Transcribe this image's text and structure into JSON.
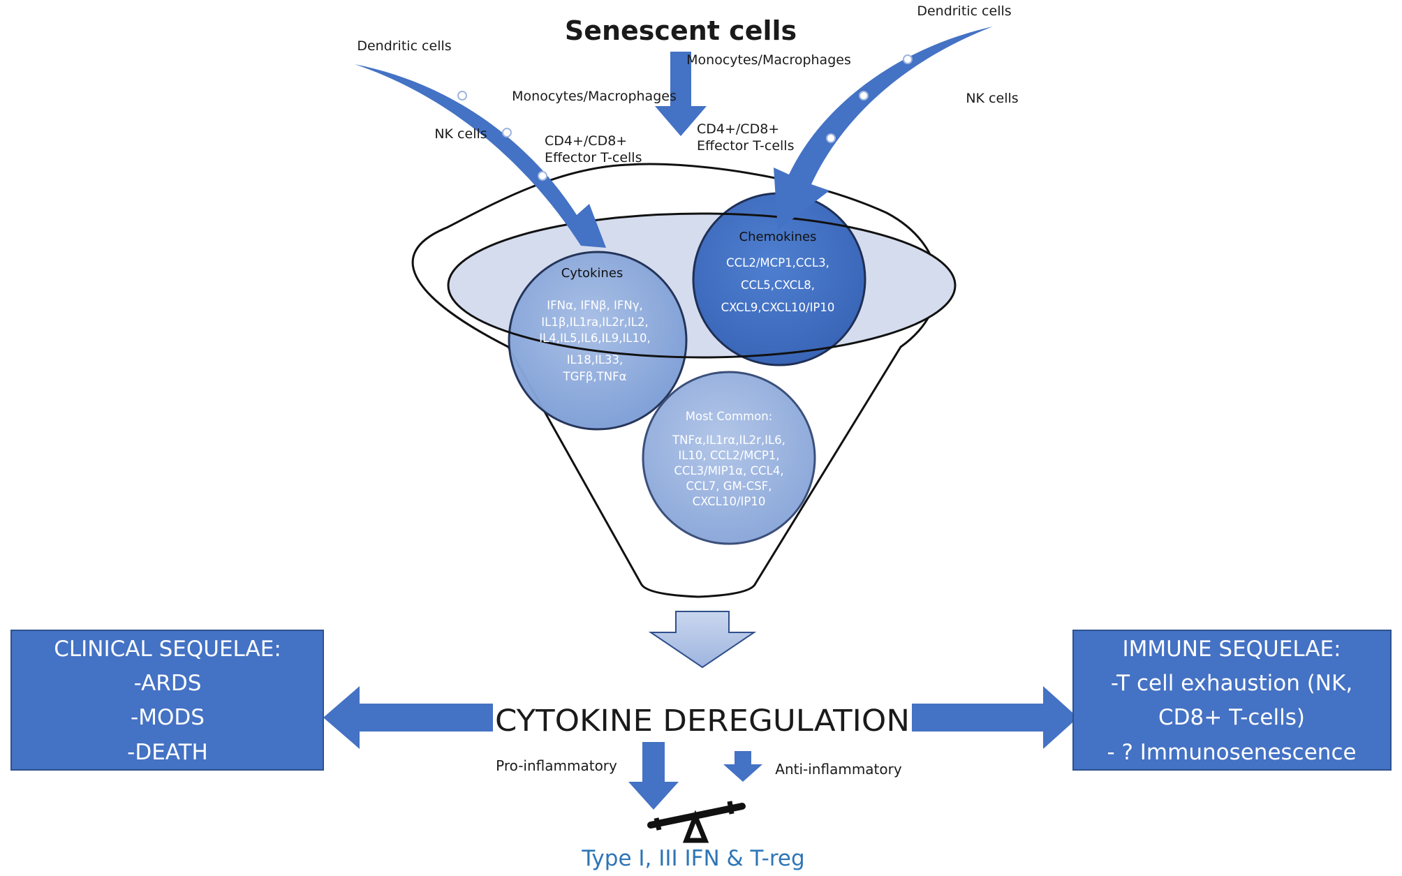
{
  "top": {
    "title": "Senescent cells",
    "dendritic_left": "Dendritic cells",
    "dendritic_right": "Dendritic cells",
    "nk_left": "NK cells",
    "nk_right": "NK cells",
    "mono_left": "Monocytes/Macrophages",
    "mono_right": "Monocytes/Macrophages",
    "tcell_left": [
      "CD4+/CD8+",
      "Effector T-cells"
    ],
    "tcell_right": [
      "CD4+/CD8+",
      "Effector T-cells"
    ]
  },
  "cytokines": {
    "title": "Cytokines",
    "lines": [
      "IFNα, IFNβ, IFNγ,",
      "IL1β,IL1ra,IL2r,IL2,",
      "IL4,IL5,IL6,IL9,IL10,",
      "IL18,IL33,",
      "TGFβ,TNFα"
    ]
  },
  "chemokines": {
    "title": "Chemokines",
    "lines": [
      "CCL2/MCP1,CCL3,",
      "CCL5,CXCL8,",
      "CXCL9,CXCL10/IP10"
    ]
  },
  "most_common": {
    "title": "Most Common:",
    "lines": [
      "TNFα,IL1rα,IL2r,IL6,",
      "IL10, CCL2/MCP1,",
      "CCL3/MIP1α, CCL4,",
      "CCL7, GM-CSF,",
      "CXCL10/IP10"
    ]
  },
  "center": {
    "title": "CYTOKINE DEREGULATION",
    "pro_label": "Pro-inflammatory",
    "anti_label": "Anti-inflammatory",
    "bottom_label": "Type I, III IFN & T-reg"
  },
  "clinical": {
    "lines": [
      "CLINICAL SEQUELAE:",
      "-ARDS",
      "-MODS",
      "-DEATH"
    ]
  },
  "immune": {
    "lines": [
      "IMMUNE SEQUELAE:",
      "-T cell exhaustion (NK,",
      "CD8+ T-cells)",
      "- ? Immunosenescence"
    ]
  },
  "colors": {
    "box_blue": "#4472c4",
    "arrow_blue": "#3d6fc9",
    "circle_dark": "#4a78c8",
    "circle_light": "#8faadc",
    "bottom_text": "#2e75b6"
  }
}
